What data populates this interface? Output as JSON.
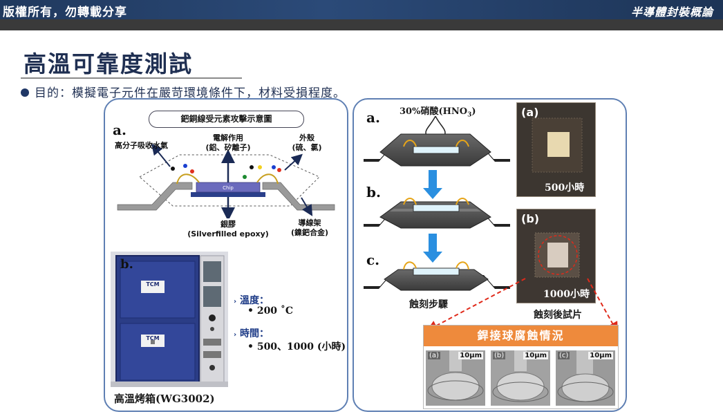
{
  "header": {
    "left_text": "版權所有，勿轉載分享",
    "right_text": "半導體封裝概論"
  },
  "page": {
    "title": "高溫可靠度測試",
    "bullet": "目的：模擬電子元件在嚴苛環境條件下，材料受損程度。"
  },
  "left_panel": {
    "diagram_title": "鈀銅線受元素攻擊示意圖",
    "letter_a": "a.",
    "letter_b": "b.",
    "label_moisture": "高分子吸收水氣",
    "label_electrolysis_line1": "電解作用",
    "label_electrolysis_line2": "(鋁、矽離子)",
    "label_mold_line1": "外殼",
    "label_mold_line2": "(硫、氯)",
    "chip_label": "Chip",
    "label_epoxy_line1": "銀膠",
    "label_epoxy_line2": "(Silverfilled epoxy)",
    "label_leadframe_line1": "導線架",
    "label_leadframe_line2": "(鎳鈀合金)",
    "oven_sticker": "TCM",
    "oven_caption": "高溫烤箱(WG3002)",
    "spec_temp_label": "溫度：",
    "spec_temp_value": "200 ˚C",
    "spec_time_label": "時間：",
    "spec_time_value": "500、1000 (小時)"
  },
  "right_panel": {
    "acid_label_prefix": "30%硝酸(HNO",
    "acid_label_sub": "3",
    "acid_label_suffix": ")",
    "step_a": "a.",
    "step_b": "b.",
    "step_c": "c.",
    "steps_caption": "蝕刻步驟",
    "photo_a_tag": "(a)",
    "photo_a_caption": "500小時",
    "photo_b_tag": "(b)",
    "photo_b_caption": "1000小時",
    "photos_caption": "蝕刻後試片",
    "corrosion_title": "銲接球腐蝕情況",
    "sem_images": [
      {
        "tag": "(a)",
        "scale": "10µm"
      },
      {
        "tag": "(b)",
        "scale": "10µm"
      },
      {
        "tag": "(c)",
        "scale": "10µm"
      }
    ]
  },
  "colors": {
    "header_bg": "#2b4a78",
    "title": "#1f2f52",
    "panel_border": "#5e7fb3",
    "spec_heading": "#1c3a86",
    "corrosion_header": "#ee8a3c",
    "arrow_blue": "#2a8fe0",
    "dash_red": "#e02a1a"
  }
}
